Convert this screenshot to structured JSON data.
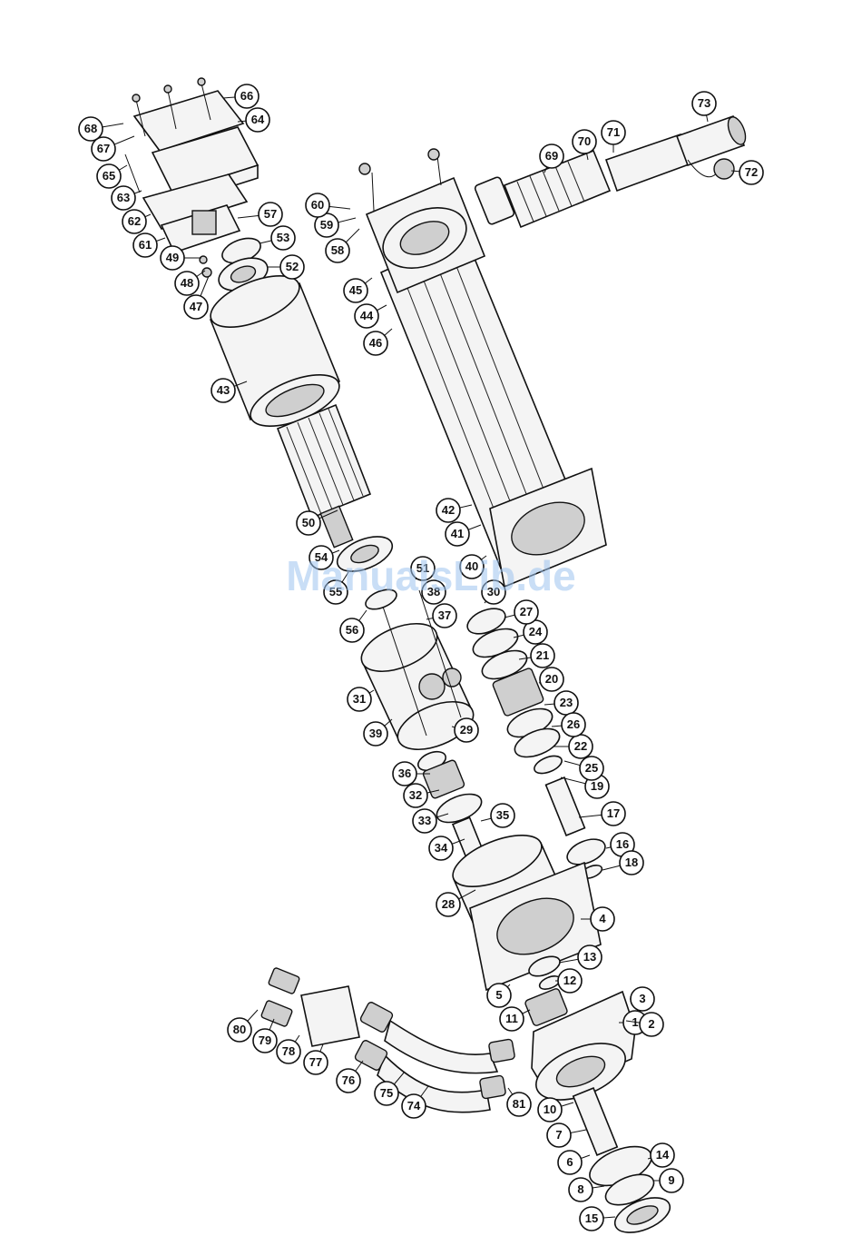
{
  "watermark": "ManualsLib.de",
  "callouts": [
    "1",
    "2",
    "3",
    "4",
    "5",
    "6",
    "7",
    "8",
    "9",
    "10",
    "11",
    "12",
    "13",
    "14",
    "15",
    "16",
    "17",
    "18",
    "19",
    "20",
    "21",
    "22",
    "23",
    "24",
    "25",
    "26",
    "27",
    "28",
    "29",
    "30",
    "31",
    "32",
    "33",
    "34",
    "35",
    "36",
    "37",
    "38",
    "39",
    "40",
    "41",
    "42",
    "43",
    "44",
    "45",
    "46",
    "47",
    "48",
    "49",
    "50",
    "51",
    "52",
    "53",
    "54",
    "55",
    "56",
    "57",
    "58",
    "59",
    "60",
    "61",
    "62",
    "63",
    "64",
    "65",
    "66",
    "67",
    "68",
    "69",
    "70",
    "71",
    "72",
    "73",
    "74",
    "75",
    "76",
    "77",
    "78",
    "79",
    "80",
    "81"
  ]
}
